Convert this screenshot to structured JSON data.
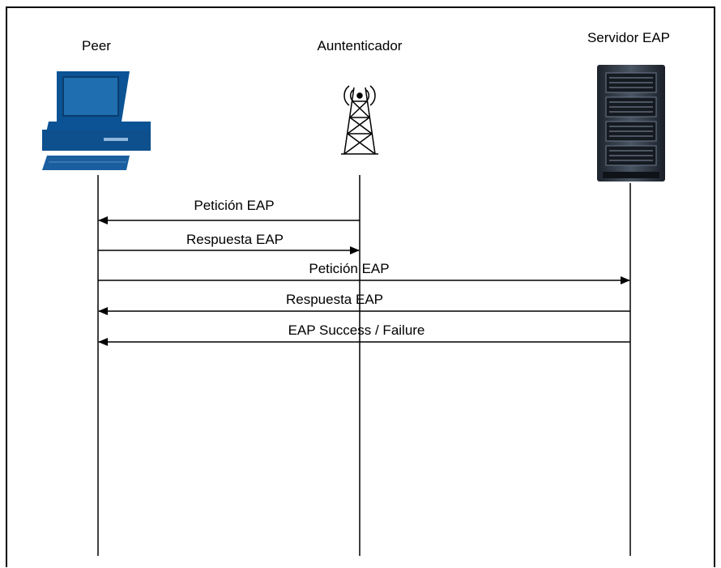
{
  "participants": {
    "peer": {
      "label": "Peer",
      "icon": "desktop-computer-icon"
    },
    "authenticator": {
      "label": "Auntenticador",
      "icon": "radio-antenna-icon"
    },
    "server": {
      "label": "Servidor EAP",
      "icon": "server-rack-icon"
    }
  },
  "messages": [
    {
      "label": "Petición EAP",
      "from": "authenticator",
      "to": "peer"
    },
    {
      "label": "Respuesta EAP",
      "from": "peer",
      "to": "authenticator"
    },
    {
      "label": "Petición EAP",
      "from": "peer",
      "to": "server"
    },
    {
      "label": "Respuesta EAP",
      "from": "server",
      "to": "peer"
    },
    {
      "label": "EAP Success / Failure",
      "from": "server",
      "to": "peer"
    }
  ],
  "colors": {
    "line": "#000000",
    "computer_blue": "#0b5394",
    "computer_screen": "#1f6fb0",
    "server_dark": "#2b3340"
  }
}
